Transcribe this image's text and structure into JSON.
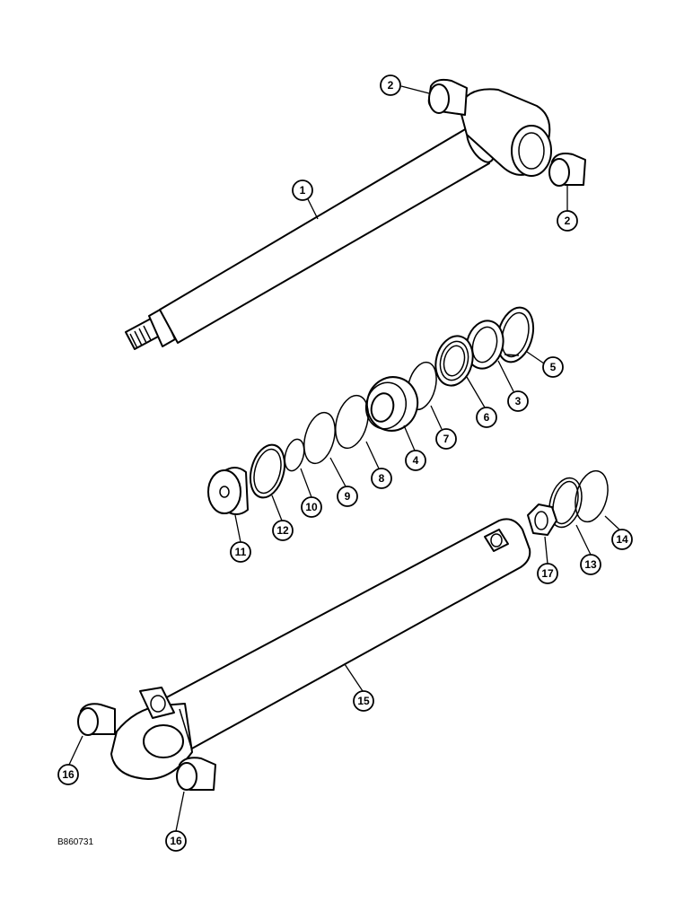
{
  "figure_id": "B860731",
  "callouts": [
    {
      "id": "c2a",
      "number": "2"
    },
    {
      "id": "c2b",
      "number": "2"
    },
    {
      "id": "c1",
      "number": "1"
    },
    {
      "id": "c5",
      "number": "5"
    },
    {
      "id": "c3",
      "number": "3"
    },
    {
      "id": "c6",
      "number": "6"
    },
    {
      "id": "c7",
      "number": "7"
    },
    {
      "id": "c4",
      "number": "4"
    },
    {
      "id": "c8",
      "number": "8"
    },
    {
      "id": "c9",
      "number": "9"
    },
    {
      "id": "c10",
      "number": "10"
    },
    {
      "id": "c12",
      "number": "12"
    },
    {
      "id": "c11",
      "number": "11"
    },
    {
      "id": "c14",
      "number": "14"
    },
    {
      "id": "c13",
      "number": "13"
    },
    {
      "id": "c17",
      "number": "17"
    },
    {
      "id": "c15",
      "number": "15"
    },
    {
      "id": "c16a",
      "number": "16"
    },
    {
      "id": "c16b",
      "number": "16"
    }
  ]
}
